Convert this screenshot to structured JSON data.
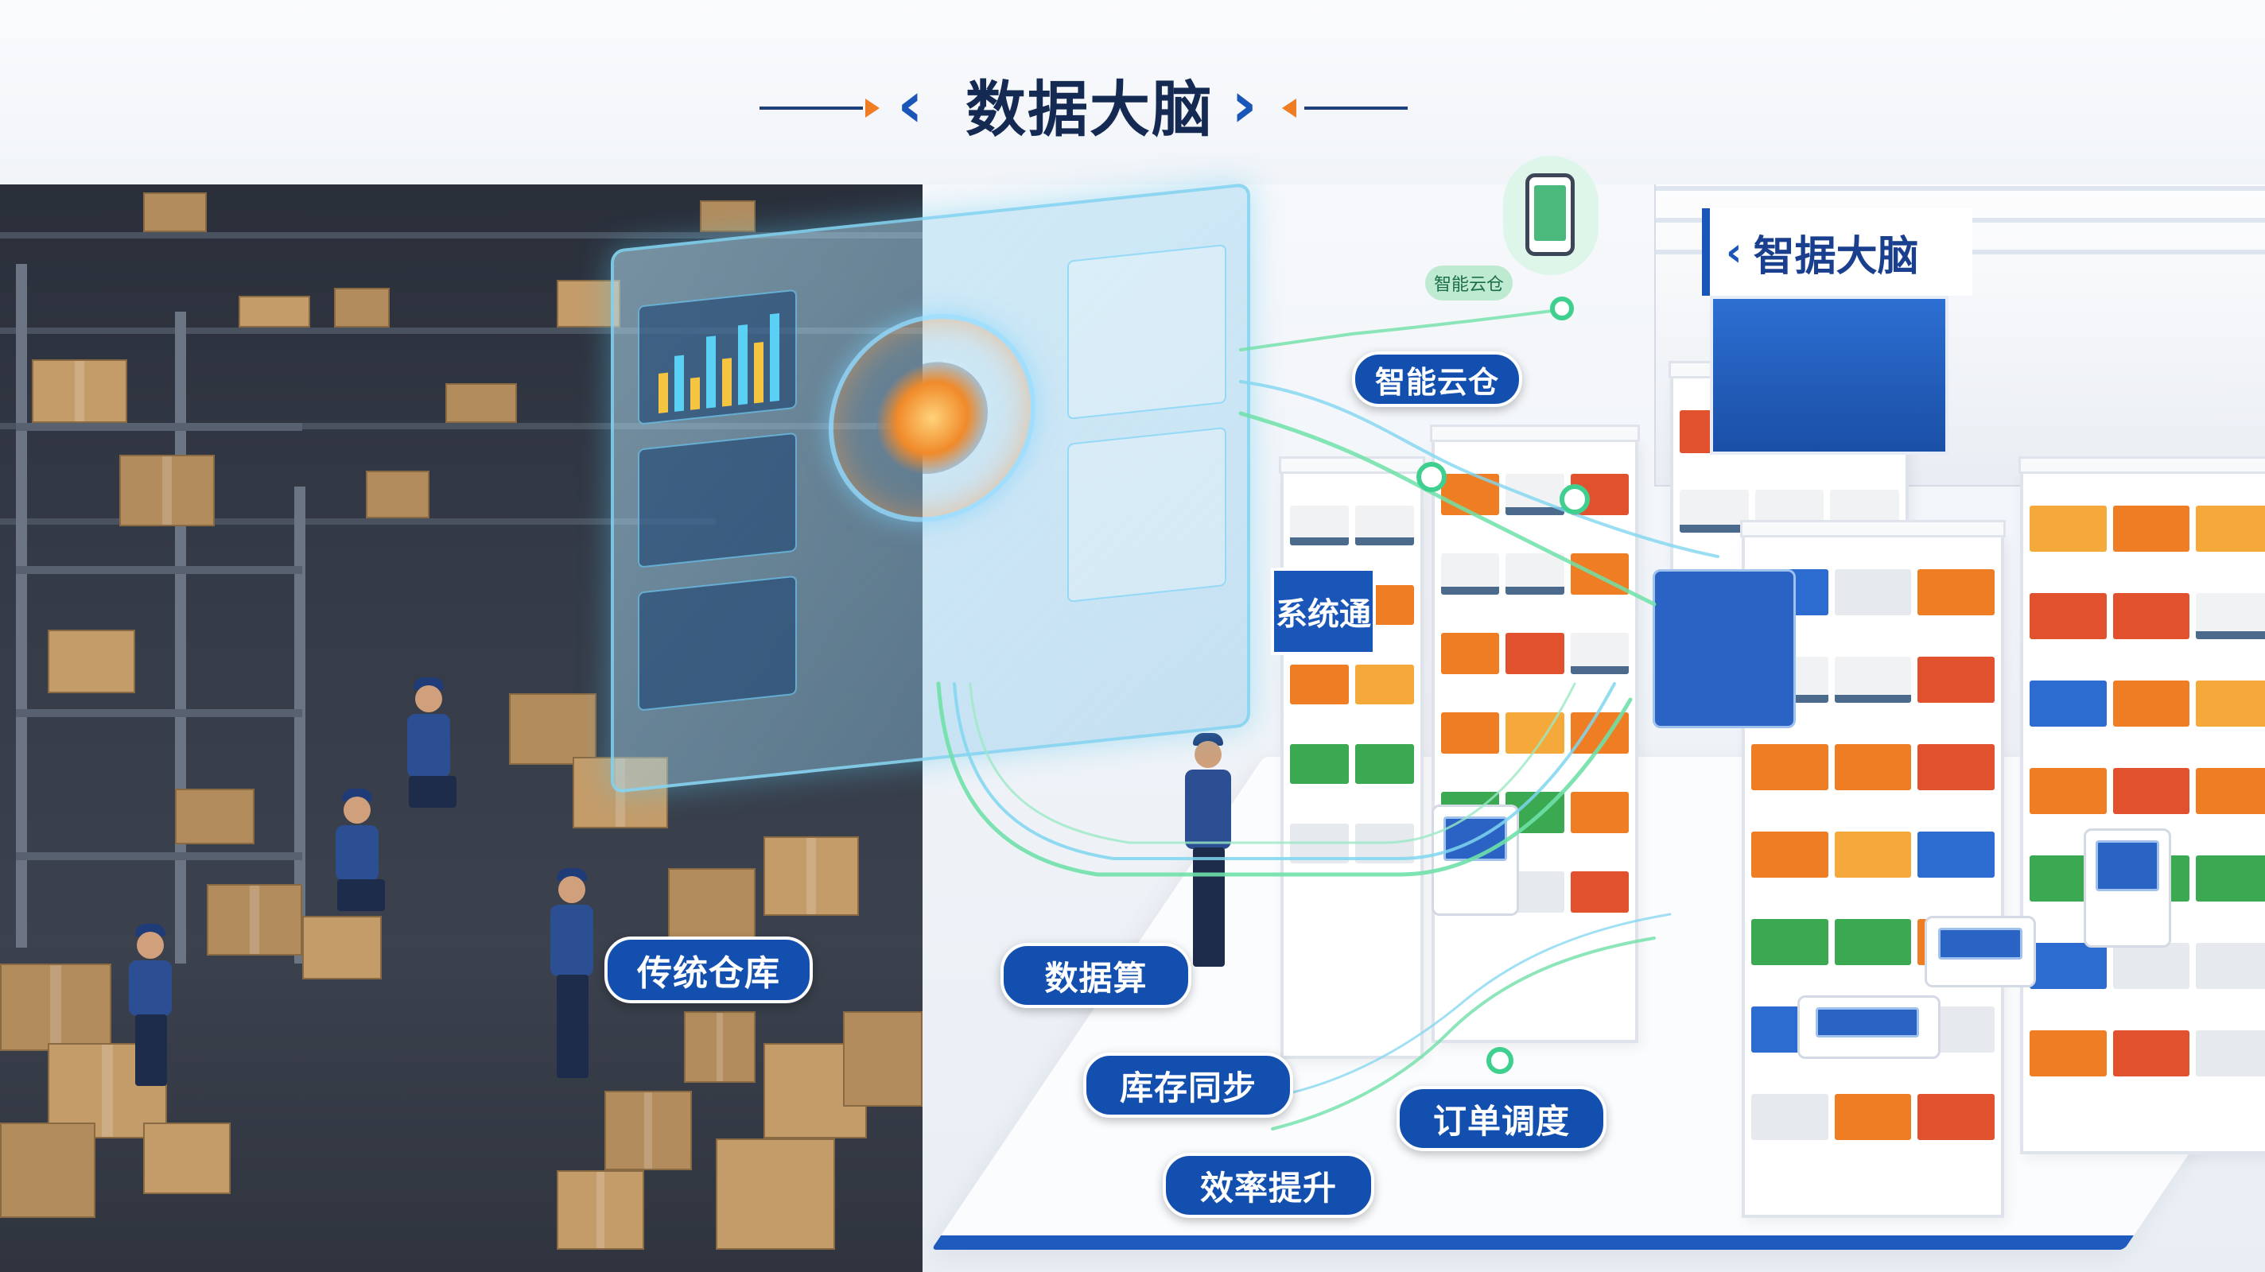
{
  "title": {
    "text": "数据大脑",
    "left_chevron": "‹",
    "right_chevron": "›"
  },
  "labels": {
    "traditional": "传统仓库",
    "data_compute": "数据算",
    "inventory_sync": "库存同步",
    "order_dispatch": "订单调度",
    "efficiency": "效率提升",
    "system_link": "系统通",
    "smart_cloud": "智能云仓",
    "small_tag": "智能云仓"
  },
  "building_sign": {
    "chevron": "‹",
    "text": "智据大脑"
  },
  "colors": {
    "brand_blue": "#134fae",
    "title_navy": "#152a52",
    "flow_green": "#6fe0a8",
    "flow_cyan": "#7fd6f0"
  },
  "icons": [
    "phone-icon",
    "kiosk-icon",
    "dashboard-icon",
    "worker-icon"
  ]
}
